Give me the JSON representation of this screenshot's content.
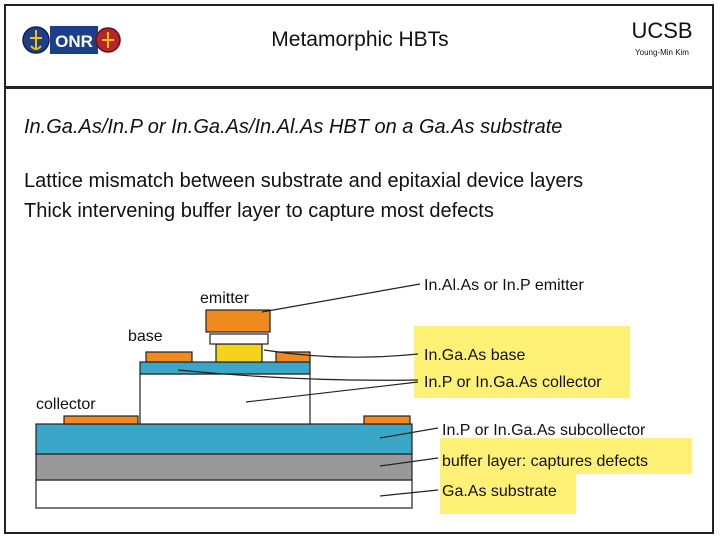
{
  "header": {
    "title": "Metamorphic HBTs",
    "org": "UCSB",
    "author": "Young-Min Kim",
    "logo_text": "ONR"
  },
  "content": {
    "heading": "In.Ga.As/In.P or In.Ga.As/In.Al.As HBT on a Ga.As substrate",
    "bullets": [
      "Lattice mismatch between substrate and epitaxial device layers",
      "Thick intervening buffer layer to capture most defects"
    ]
  },
  "diagram": {
    "labels": {
      "emitter": "emitter",
      "base": "base",
      "collector": "collector"
    },
    "layers": [
      "In.Al.As or In.P emitter",
      "In.Ga.As base",
      "In.P or In.Ga.As collector",
      "In.P or In.Ga.As subcollector",
      "buffer layer: captures defects",
      "Ga.As substrate"
    ],
    "colors": {
      "contact": "#F08A1E",
      "base_layer": "#F5D21C",
      "collector_layer": "#3AA6C8",
      "buffer": "#999999",
      "substrate": "#ffffff",
      "highlight": "#FFF176"
    }
  }
}
